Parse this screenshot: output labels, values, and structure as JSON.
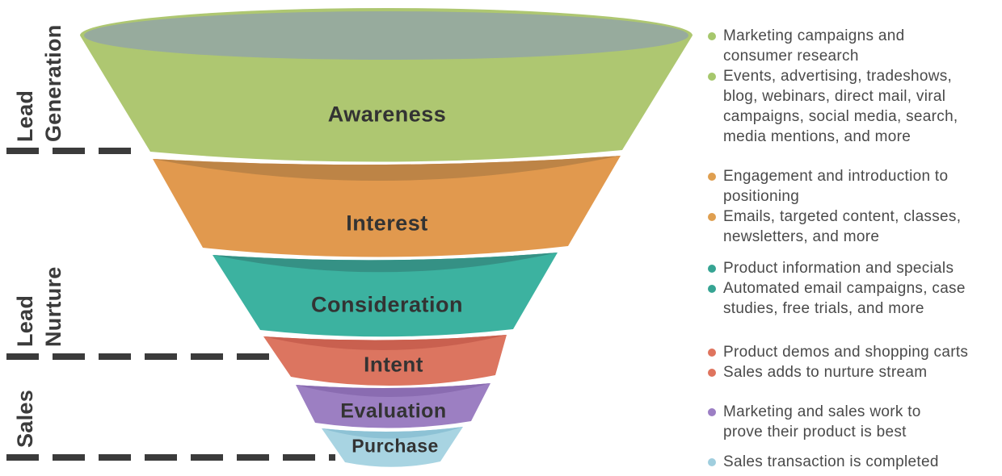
{
  "funnel": {
    "opening_color": "#97ab9d",
    "stages": [
      {
        "label": "Awareness",
        "color": "#aec771",
        "lip": "#97ab9d",
        "dot": "#a6c76c"
      },
      {
        "label": "Interest",
        "color": "#e1994e",
        "lip": "#bd8446",
        "dot": "#df9f50"
      },
      {
        "label": "Consideration",
        "color": "#3cb2a0",
        "lip": "#359185",
        "dot": "#36a493"
      },
      {
        "label": "Intent",
        "color": "#dc7560",
        "lip": "#c9604f",
        "dot": "#df745e"
      },
      {
        "label": "Evaluation",
        "color": "#9c7fc2",
        "lip": "#8a6cb1",
        "dot": "#9c7fc4"
      },
      {
        "label": "Purchase",
        "color": "#a8d4e2",
        "lip": "#8dc2d5",
        "dot": "#a0cede"
      }
    ]
  },
  "phases": [
    {
      "label": "Lead\nGeneration"
    },
    {
      "label": "Lead\nNurture"
    },
    {
      "label": "Sales"
    }
  ],
  "bullets": [
    {
      "stage": "Awareness",
      "items": [
        "Marketing campaigns and\nconsumer research",
        "Events, advertising, tradeshows,\nblog, webinars, direct mail, viral\ncampaigns, social media, search,\nmedia mentions, and more"
      ]
    },
    {
      "stage": "Interest",
      "items": [
        "Engagement and introduction to\npositioning",
        "Emails, targeted content, classes,\nnewsletters, and more"
      ]
    },
    {
      "stage": "Consideration",
      "items": [
        "Product information and specials",
        "Automated email campaigns, case\nstudies, free trials, and more"
      ]
    },
    {
      "stage": "Intent",
      "items": [
        "Product demos and shopping carts",
        "Sales adds to nurture stream"
      ]
    },
    {
      "stage": "Evaluation",
      "items": [
        "Marketing and sales work to\nprove their product is best"
      ]
    },
    {
      "stage": "Purchase",
      "items": [
        "Sales transaction is completed"
      ]
    }
  ]
}
